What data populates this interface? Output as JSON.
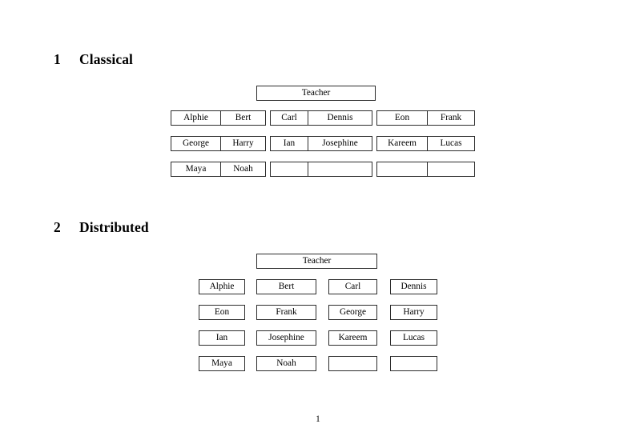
{
  "document": {
    "page_number": "1"
  },
  "sections": [
    {
      "number": "1",
      "title": "Classical",
      "teacher_label": "Teacher",
      "groups": [
        {
          "rows": [
            [
              "Alphie",
              "Bert"
            ],
            [
              "George",
              "Harry"
            ],
            [
              "Maya",
              "Noah"
            ]
          ]
        },
        {
          "rows": [
            [
              "Carl",
              "Dennis"
            ],
            [
              "Ian",
              "Josephine"
            ],
            [
              "",
              ""
            ]
          ]
        },
        {
          "rows": [
            [
              "Eon",
              "Frank"
            ],
            [
              "Kareem",
              "Lucas"
            ],
            [
              "",
              ""
            ]
          ]
        }
      ]
    },
    {
      "number": "2",
      "title": "Distributed",
      "teacher_label": "Teacher",
      "rows": [
        [
          "Alphie",
          "Bert",
          "Carl",
          "Dennis"
        ],
        [
          "Eon",
          "Frank",
          "George",
          "Harry"
        ],
        [
          "Ian",
          "Josephine",
          "Kareem",
          "Lucas"
        ],
        [
          "Maya",
          "Noah",
          "",
          ""
        ]
      ]
    }
  ],
  "style": {
    "border_color": "#2b2b2b",
    "text_color": "#000000",
    "background": "#ffffff"
  }
}
